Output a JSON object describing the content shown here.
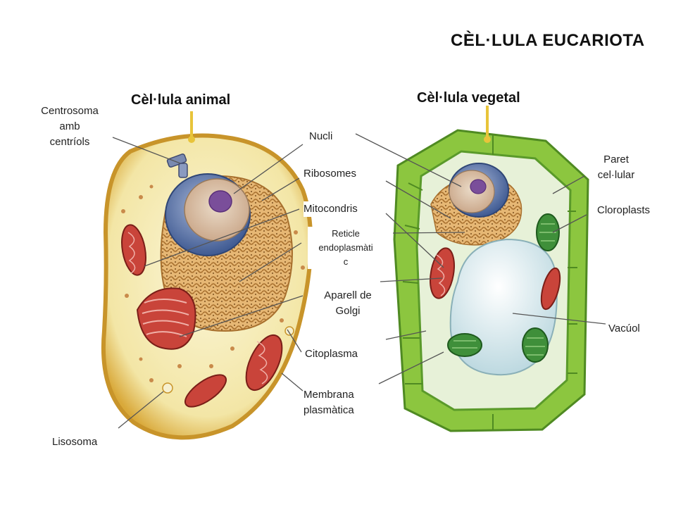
{
  "title": "CÈL·LULA EUCARIOTA",
  "animal_title": "Cèl·lula animal",
  "plant_title": "Cèl·lula vegetal",
  "labels": {
    "centrosoma": "Centrosoma\namb\ncentríols",
    "nucli": "Nucli",
    "ribosomes": "Ribosomes",
    "mitocondris": "Mitocondris",
    "reticle": "Reticle\nendoplasmàti\nc",
    "golgi": "Aparell de\nGolgi",
    "citoplasma": "Citoplasma",
    "membrana": "Membrana\nplasmàtica",
    "lisosoma": "Lisosoma",
    "paret": "Paret\ncel·lular",
    "cloroplasts": "Cloroplasts",
    "vacuol": "Vacúol"
  },
  "colors": {
    "animal_fill": "#f6eebc",
    "animal_rim": "#d9a93a",
    "nucleus_env": "#5a78b0",
    "nucleus_inner": "#d9c0a8",
    "nucleolus": "#7a4e9a",
    "mito": "#c9443a",
    "er": "#d9a35c",
    "wall_green": "#8cc63f",
    "wall_dark": "#5a9a2a",
    "chloroplast": "#3f8f3a",
    "vacuole": "#dfeef2",
    "leader": "#555555"
  }
}
